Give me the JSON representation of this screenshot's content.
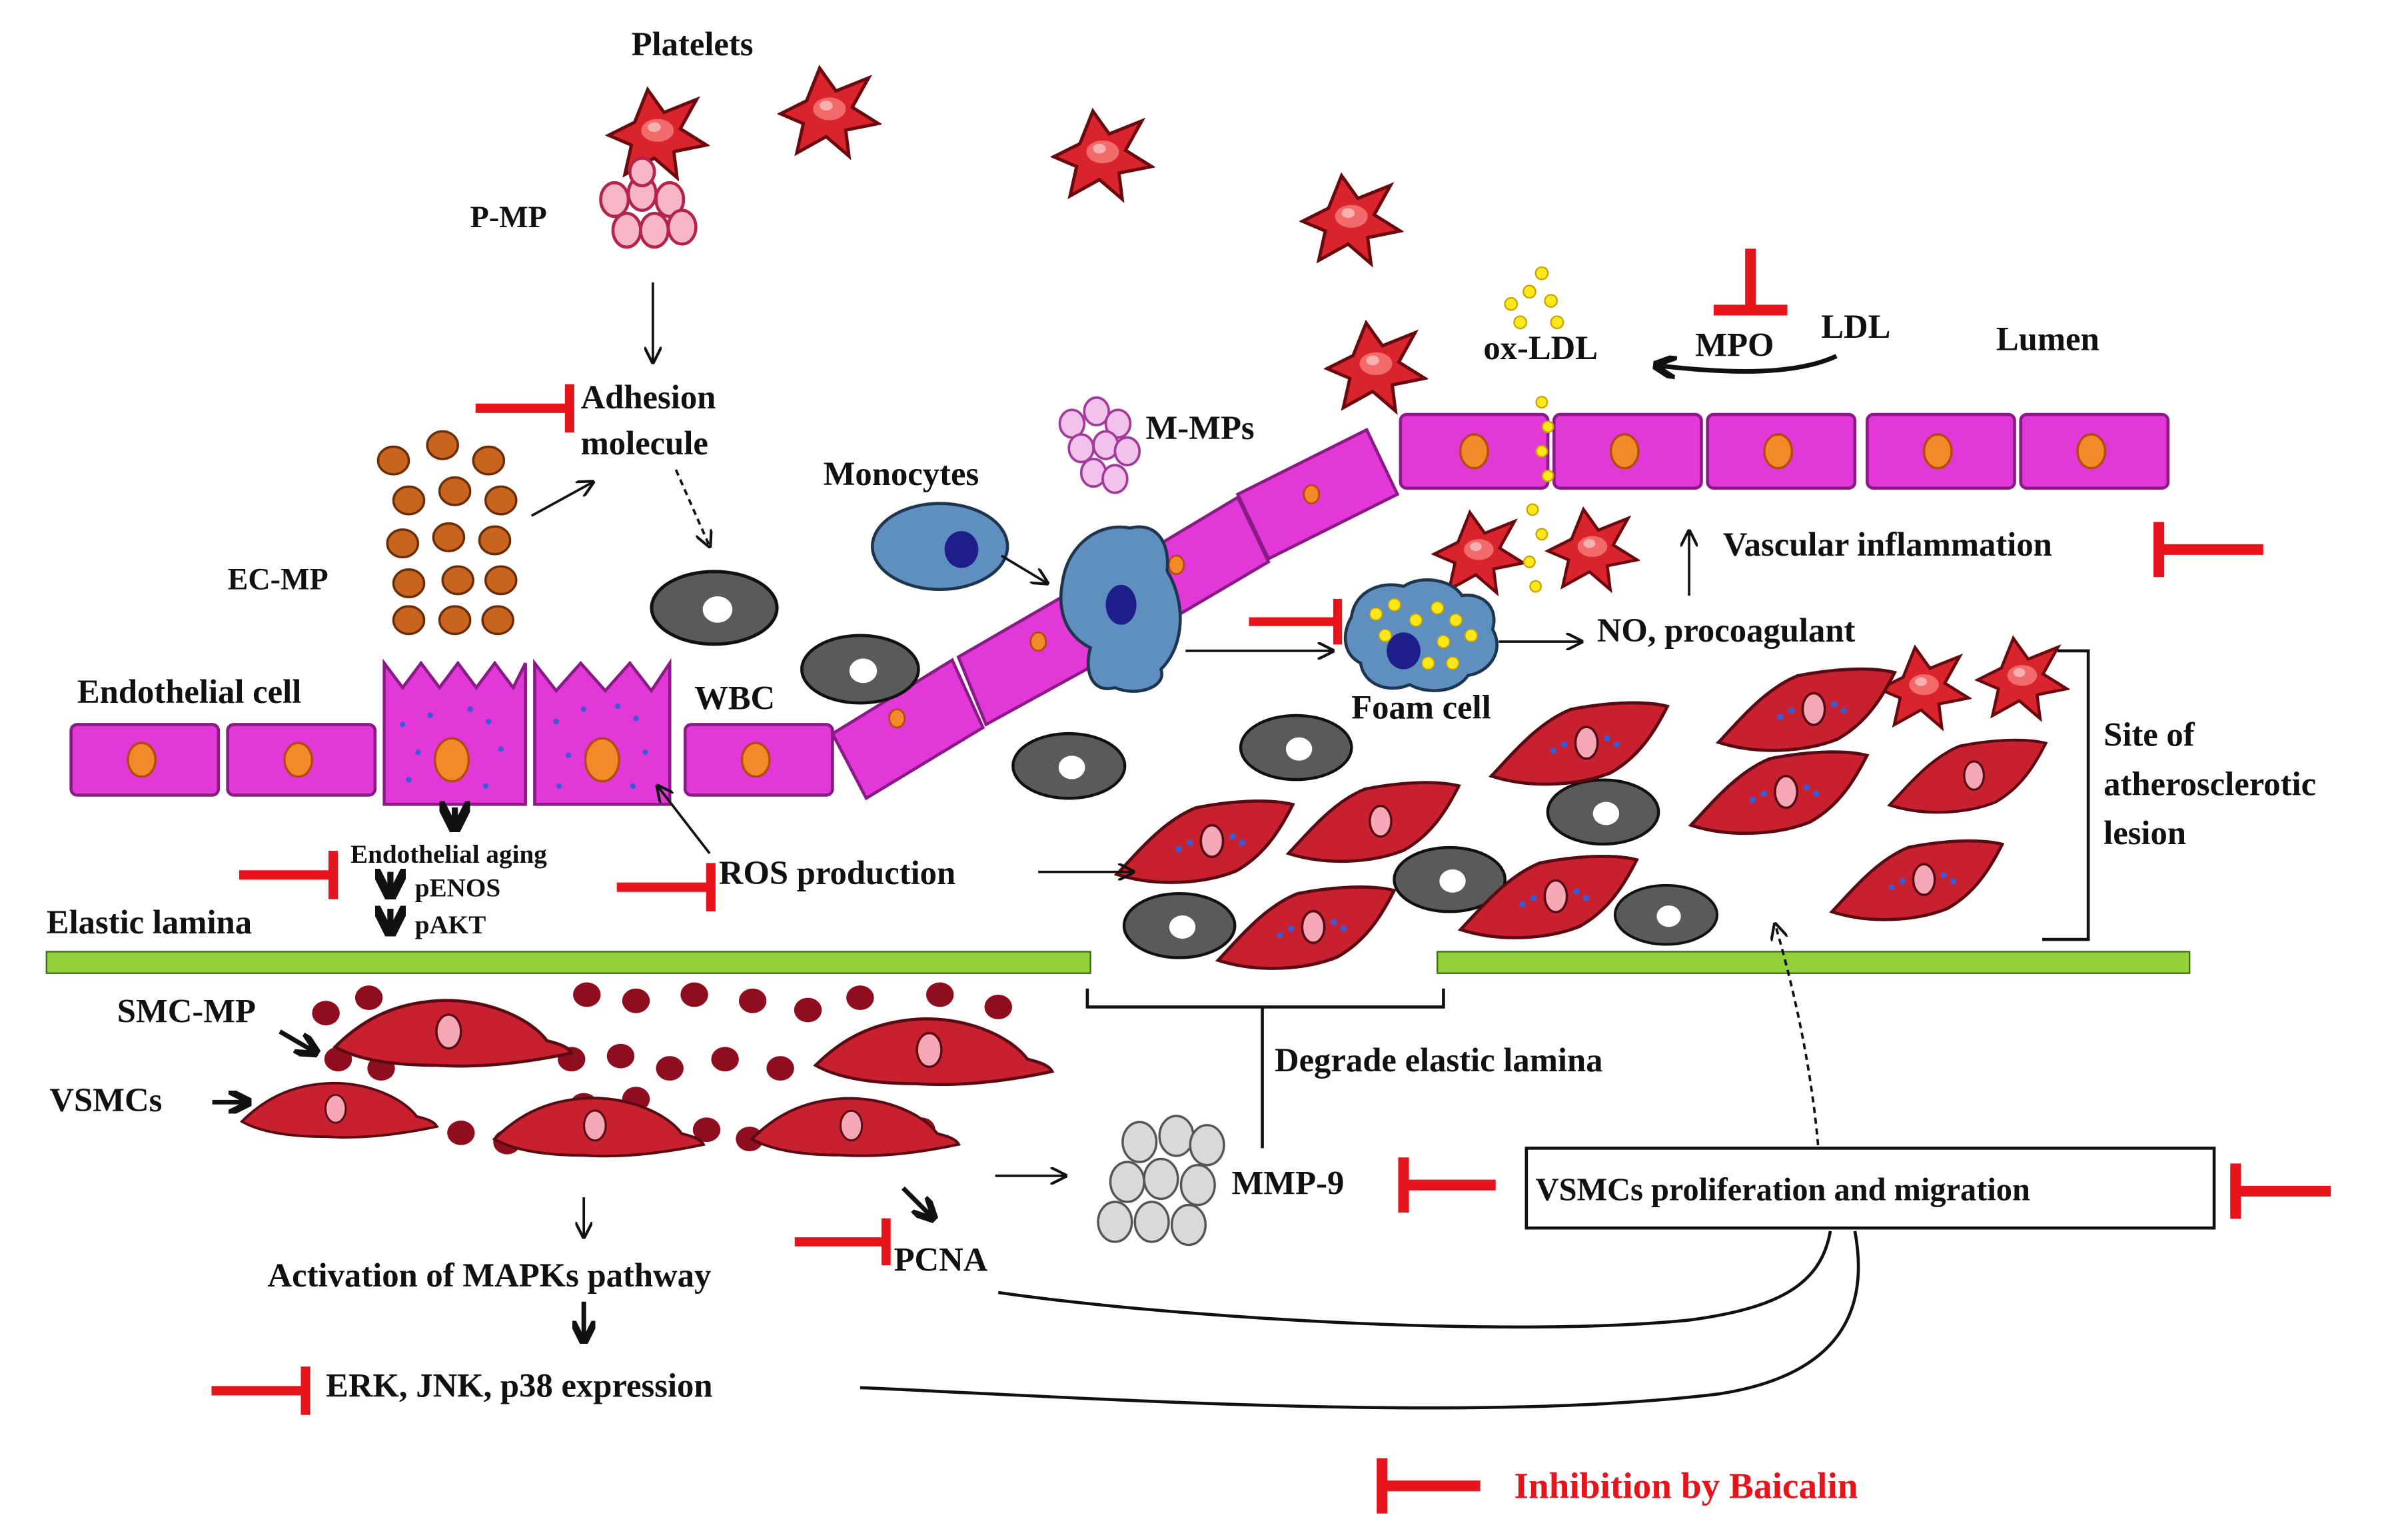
{
  "labels": {
    "platelets": "Platelets",
    "p_mp": "P-MP",
    "adhesion_line1": "Adhesion",
    "adhesion_line2": "molecule",
    "ec_mp": "EC-MP",
    "endothelial_cell": "Endothelial cell",
    "wbc": "WBC",
    "monocytes": "Monocytes",
    "m_mps": "M-MPs",
    "ox_ldl": "ox-LDL",
    "mpo": "MPO",
    "ldl": "LDL",
    "lumen": "Lumen",
    "vascular_inflammation": "Vascular inflammation",
    "foam_cell": "Foam cell",
    "no_procoagulant": "NO, procoagulant",
    "site_line1": "Site of",
    "site_line2": "atherosclerotic",
    "site_line3": "lesion",
    "endothelial_aging": "Endothelial aging",
    "penos": "pENOS",
    "pakt": "pAKT",
    "ros_production": "ROS production",
    "elastic_lamina": "Elastic lamina",
    "smc_mp": "SMC-MP",
    "vsmcs": "VSMCs",
    "degrade_elastic_lamina": "Degrade elastic lamina",
    "mmp9": "MMP-9",
    "vsmc_prolif": "VSMCs proliferation and migration",
    "activation_mapks": "Activation of MAPKs pathway",
    "pcna": "PCNA",
    "erk_jnk_p38": "ERK, JNK, p38 expression"
  },
  "legend": {
    "inhibition_label": "Inhibition by Baicalin"
  },
  "colors": {
    "inhibitor": "#e8141b",
    "endothelium_fill": "#e238d8",
    "endothelium_stroke": "#8a1a86",
    "nucleus": "#f28a2a",
    "platelet": "#d9232d",
    "vsmc": "#c8202e",
    "elastic_lamina": "#92d13a",
    "ec_mp": "#c8641e",
    "smc_mp": "#8e0d1e",
    "monocyte": "#5f8fbf",
    "oxldl": "#ffe81a",
    "wbc": "#5a5a5a"
  }
}
